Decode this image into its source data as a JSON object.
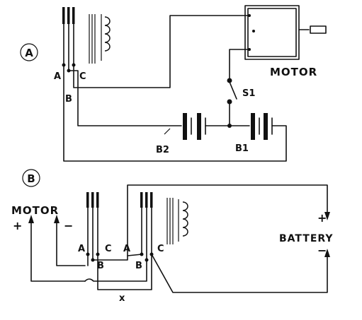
{
  "panel_a": {
    "tag": "A",
    "relay_contacts": {
      "a": "A",
      "b": "B",
      "c": "C"
    },
    "motor_label": "MOTOR",
    "switch_label": "S1",
    "battery_left_label": "B2",
    "battery_right_label": "B1"
  },
  "panel_b": {
    "tag": "B",
    "motor_label": "MOTOR",
    "motor_plus": "+",
    "motor_minus": "−",
    "relay1_contacts": {
      "a": "A",
      "b": "B",
      "c": "C"
    },
    "relay2_contacts": {
      "a": "A",
      "b": "B",
      "c": "C"
    },
    "battery_label": "BATTERY",
    "battery_plus": "+",
    "battery_minus": "−",
    "crossover_label": "x"
  }
}
